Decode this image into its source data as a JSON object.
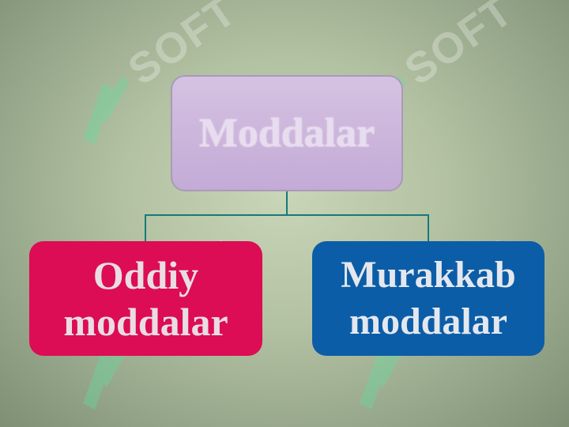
{
  "diagram": {
    "root": {
      "label": "Moddalar"
    },
    "children": [
      {
        "line1": "Oddiy",
        "line2": "moddalar",
        "color": "#dc0c55"
      },
      {
        "line1": "Murakkab",
        "line2": "moddalar",
        "color": "#0c5da7"
      }
    ],
    "connector_color": "#177a7a"
  },
  "watermark": {
    "text": "SOFT"
  }
}
